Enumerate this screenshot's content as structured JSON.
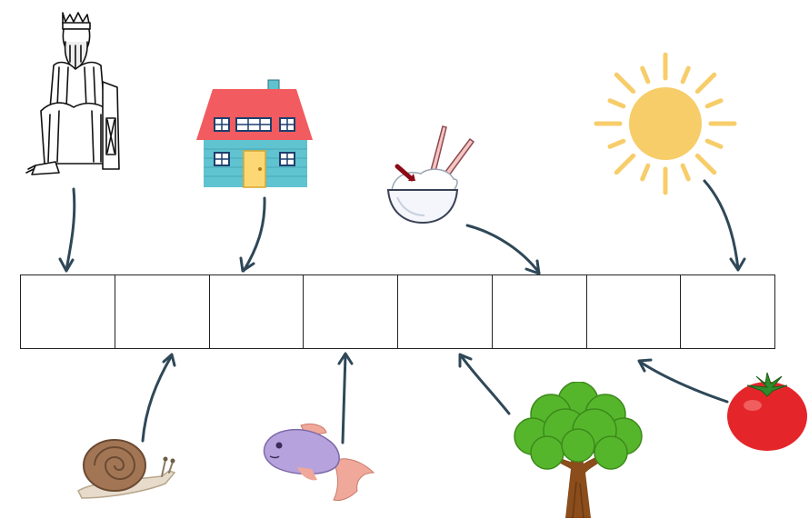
{
  "worksheet": {
    "slot_letters": [
      "",
      "",
      "",
      "",
      "",
      "",
      "",
      ""
    ],
    "pictures": [
      {
        "name": "king",
        "icon": "king-icon"
      },
      {
        "name": "house",
        "icon": "house-icon"
      },
      {
        "name": "rice bowl",
        "icon": "rice-bowl-icon"
      },
      {
        "name": "sun",
        "icon": "sun-icon"
      },
      {
        "name": "snail",
        "icon": "snail-icon"
      },
      {
        "name": "fish",
        "icon": "fish-icon"
      },
      {
        "name": "tree",
        "icon": "tree-icon"
      },
      {
        "name": "tomato",
        "icon": "tomato-icon"
      }
    ],
    "colors": {
      "arrow": "#2f4858",
      "sun": "#f7cd6a",
      "house_roof": "#f25b5f",
      "house_wall": "#5fc3d0",
      "tomato": "#e4262a",
      "tree_leaves": "#56b62b",
      "fish": "#b6a2dc"
    }
  }
}
